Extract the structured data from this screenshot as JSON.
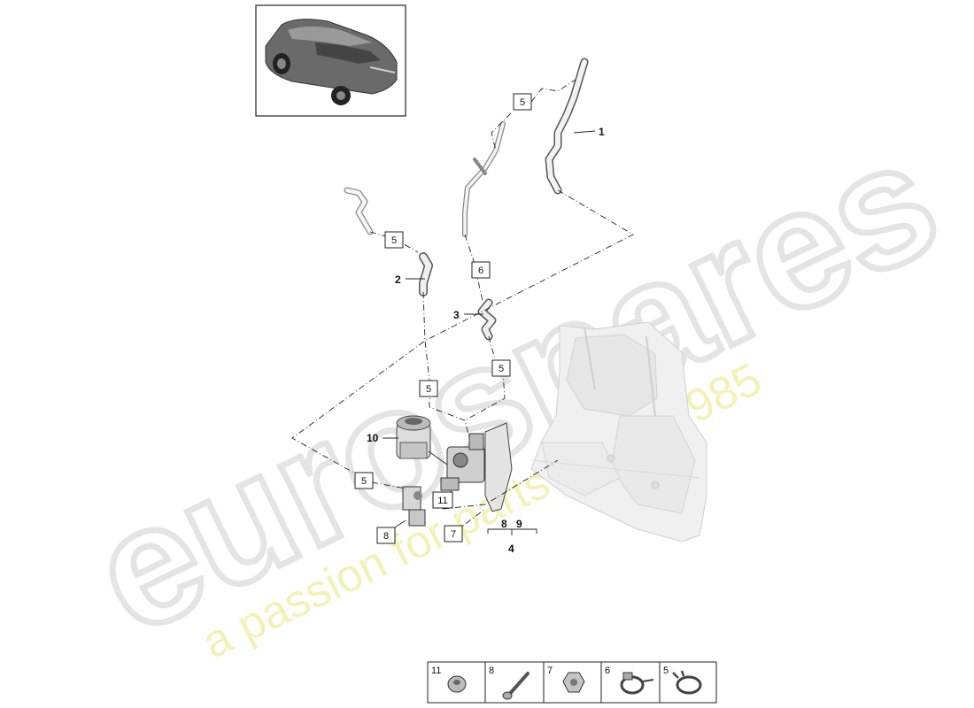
{
  "watermark": {
    "brand": "eurospares",
    "slogan": "a passion for parts since 1985",
    "brand_color": "#e6e6e6",
    "slogan_color": "#f3f0b0"
  },
  "thumbnail": {
    "icon": "car-thumbnail-icon"
  },
  "callouts": {
    "c1": "1",
    "c2": "2",
    "c3": "3",
    "c4": "4",
    "c10": "10",
    "c8b": "8",
    "c9b": "9"
  },
  "boxes": {
    "b5a": "5",
    "b5b": "5",
    "b6": "6",
    "b5c": "5",
    "b5d": "5",
    "b5e": "5",
    "b11": "11",
    "b8": "8",
    "b7": "7"
  },
  "legend": {
    "items": [
      {
        "num": "11",
        "icon": "grommet-icon"
      },
      {
        "num": "8",
        "icon": "bolt-icon"
      },
      {
        "num": "7",
        "icon": "nut-icon"
      },
      {
        "num": "6",
        "icon": "hose-clamp-icon"
      },
      {
        "num": "5",
        "icon": "spring-clamp-icon"
      }
    ]
  },
  "colors": {
    "line": "#222222",
    "part_fill": "#eeeeee",
    "part_stroke": "#555555",
    "frame_fill": "#f1f1f1"
  }
}
